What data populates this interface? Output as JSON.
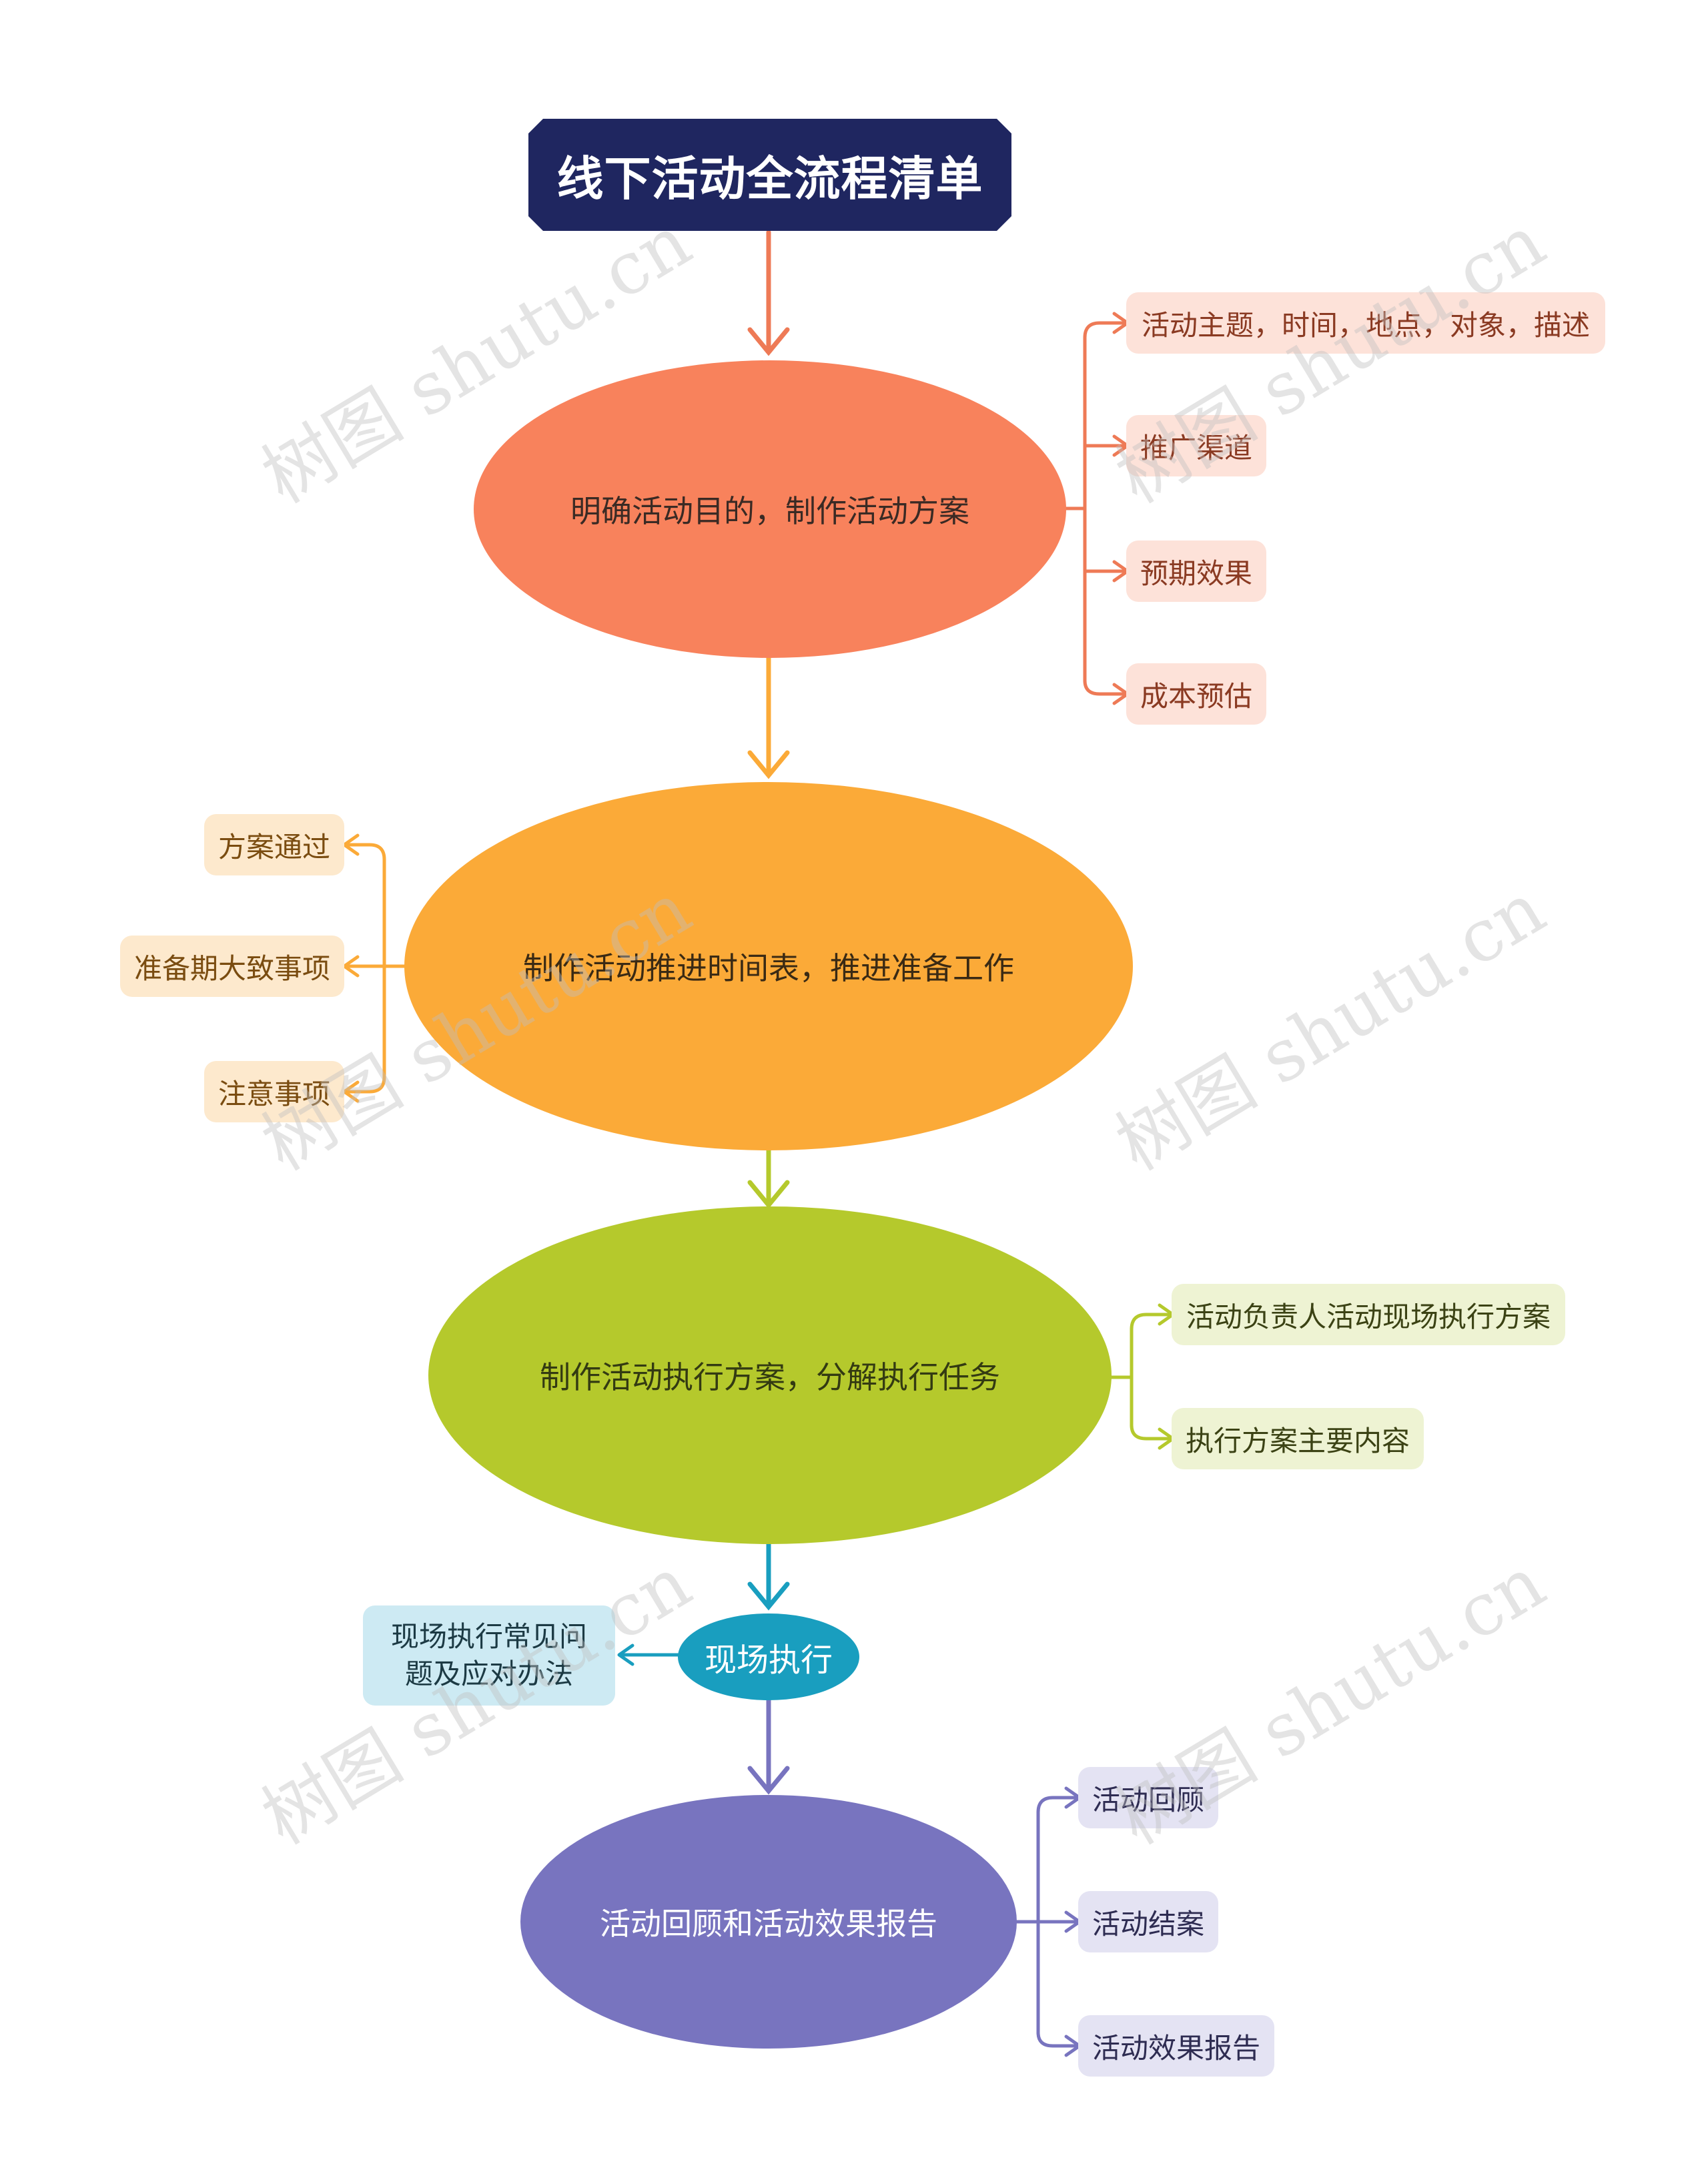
{
  "title": "线下活动全流程清单",
  "watermark": "树图 shutu.cn",
  "colors": {
    "title_bg": "#1f2660",
    "step1": "#f8825c",
    "step2": "#fbaa38",
    "step3": "#b5c92c",
    "step4": "#199ebf",
    "step5": "#7874bf"
  },
  "steps": [
    {
      "label": "明确活动目的，制作活动方案",
      "children": [
        "活动主题，时间，地点，对象，描述",
        "推广渠道",
        "预期效果",
        "成本预估"
      ]
    },
    {
      "label": "制作活动推进时间表，推进准备工作",
      "children": [
        "方案通过",
        "准备期大致事项",
        "注意事项"
      ]
    },
    {
      "label": "制作活动执行方案，分解执行任务",
      "children": [
        "活动负责人活动现场执行方案",
        "执行方案主要内容"
      ]
    },
    {
      "label": "现场执行",
      "children": [
        "现场执行常见问题及应对办法"
      ]
    },
    {
      "label": "活动回顾和活动效果报告",
      "children": [
        "活动回顾",
        "活动结案",
        "活动效果报告"
      ]
    }
  ]
}
